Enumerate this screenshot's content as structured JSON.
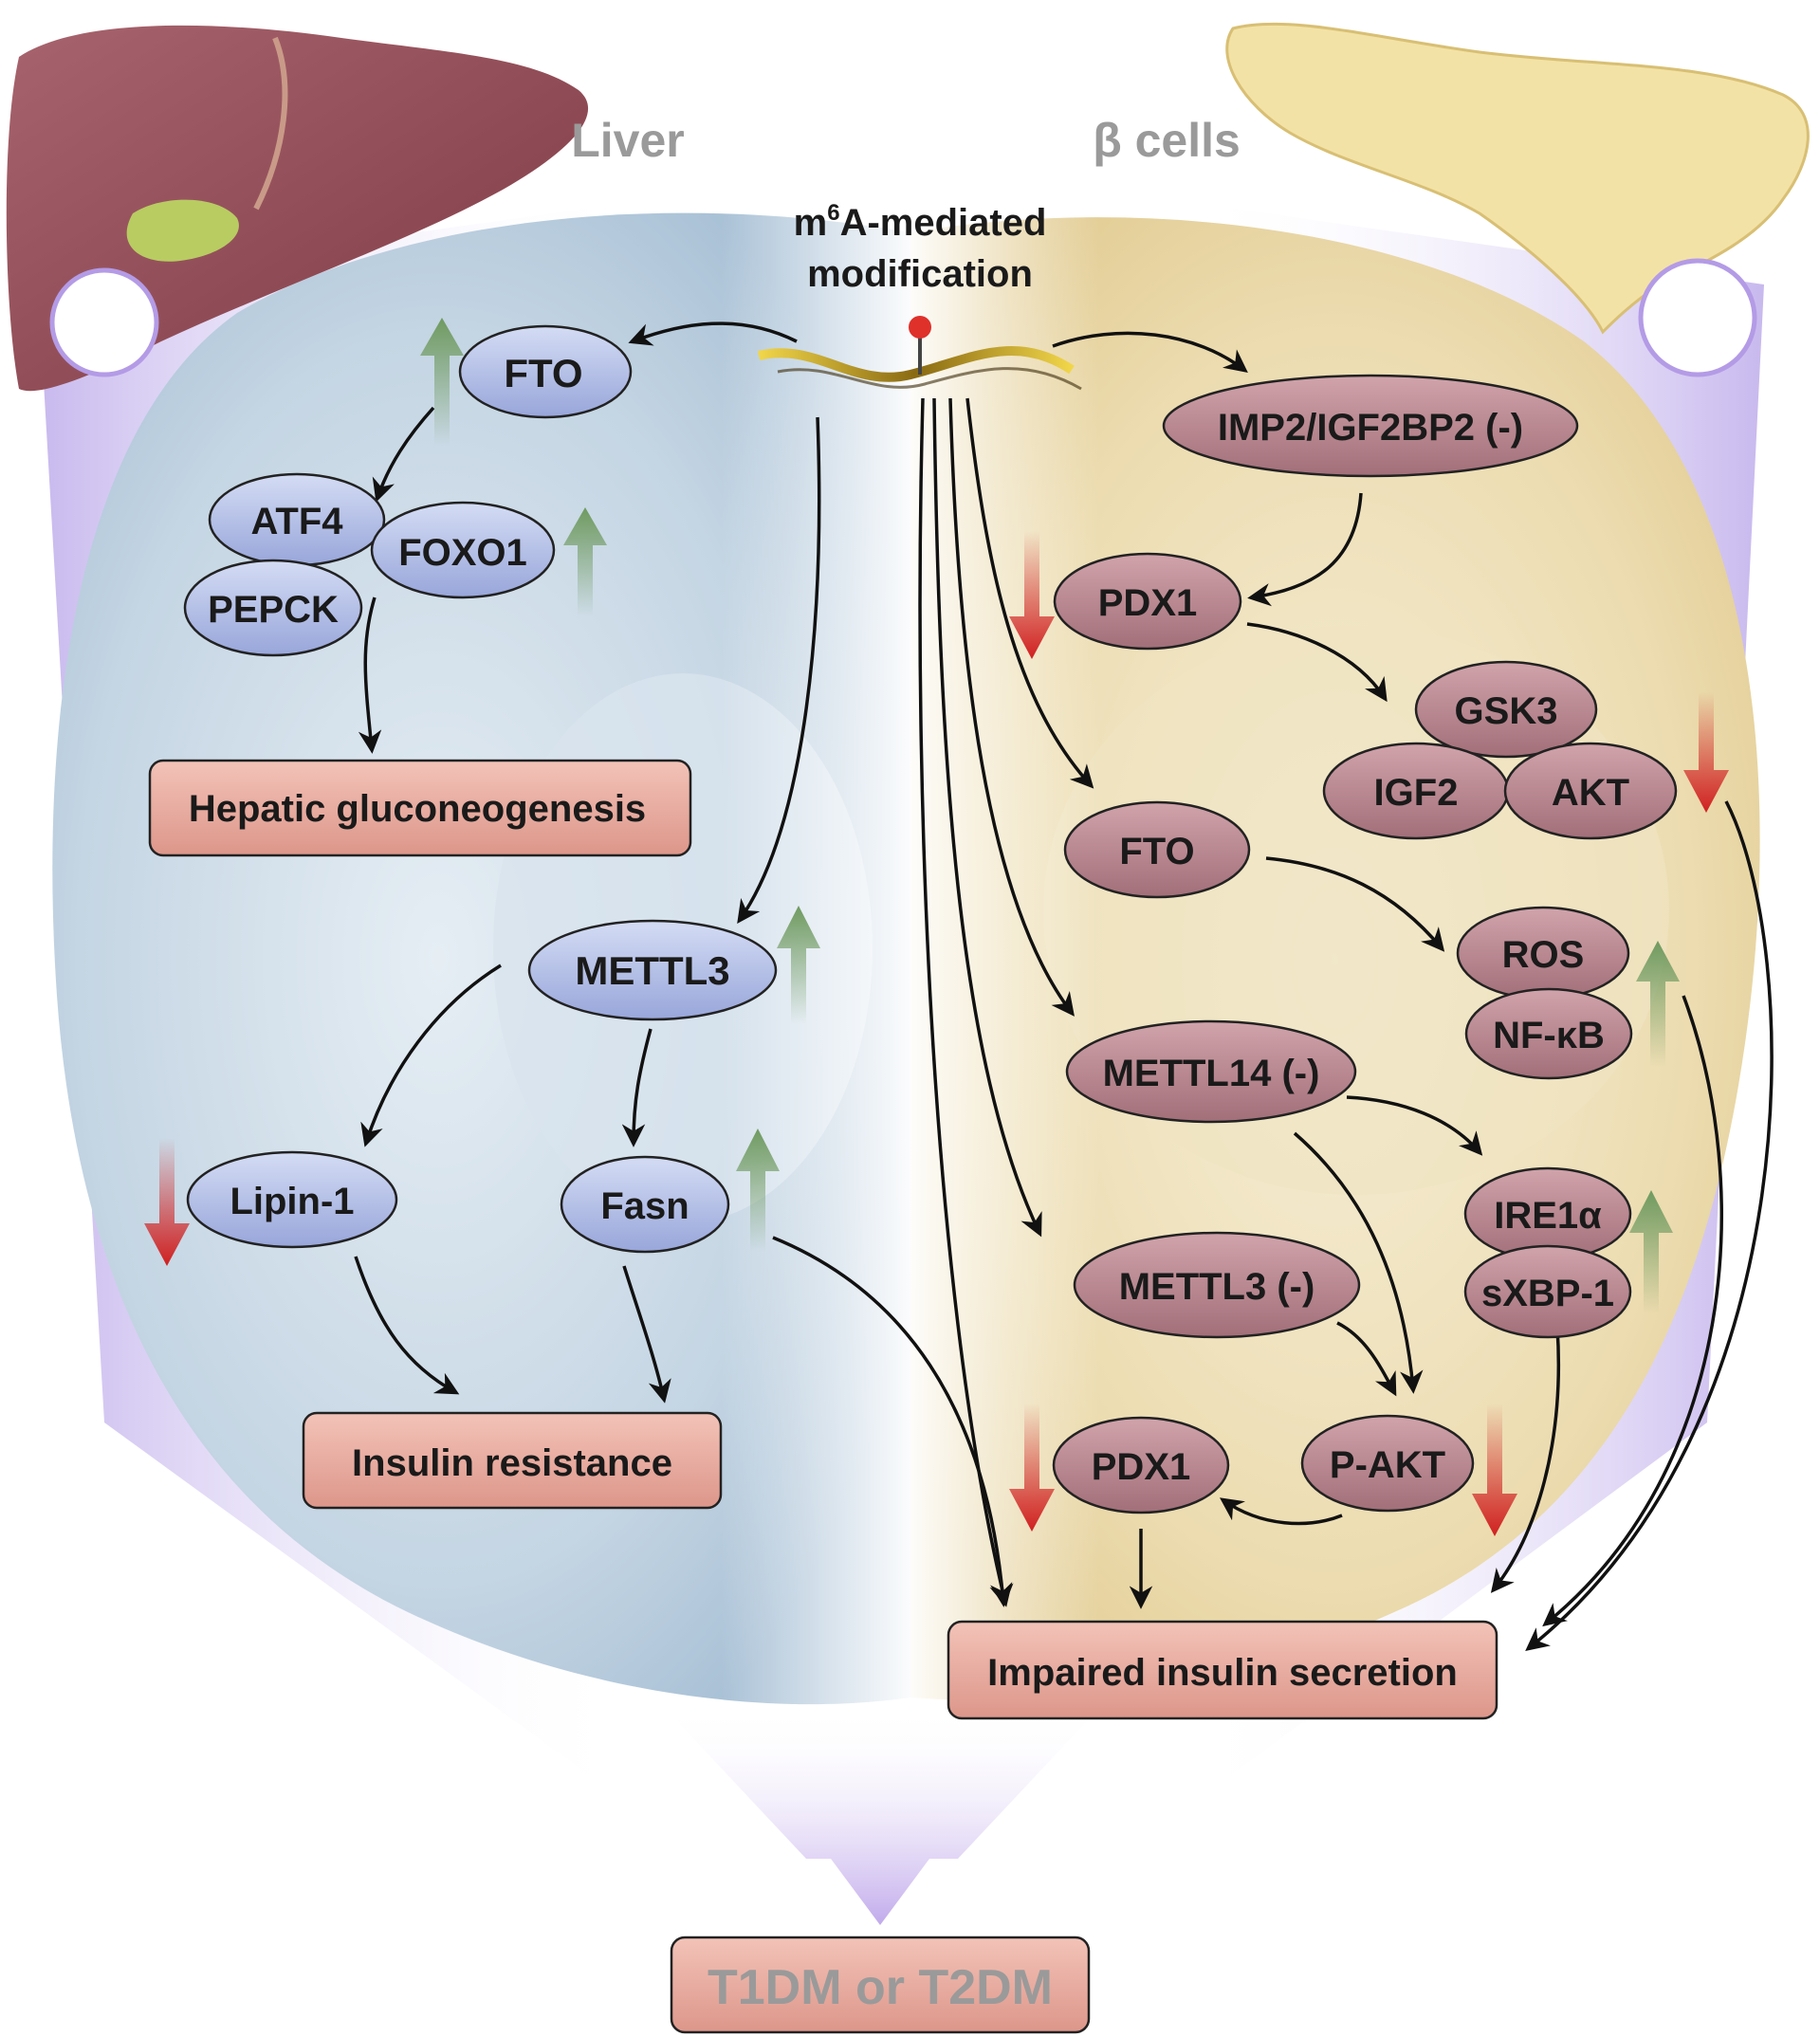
{
  "titles": {
    "liver": "Liver",
    "beta": "β cells",
    "center_prefix": "m",
    "center_sup": "6",
    "center_line1_rest": "A-mediated",
    "center_line2": "modification"
  },
  "liver": {
    "fto": "FTO",
    "atf4": "ATF4",
    "foxo1": "FOXO1",
    "pepck": "PEPCK",
    "gluconeogenesis": "Hepatic gluconeogenesis",
    "mettl3": "METTL3",
    "lipin1": "Lipin-1",
    "fasn": "Fasn",
    "insulin_resistance": "Insulin resistance"
  },
  "beta": {
    "imp2": "IMP2/IGF2BP2 (-)",
    "pdx1_top": "PDX1",
    "gsk3": "GSK3",
    "igf2": "IGF2",
    "akt": "AKT",
    "fto": "FTO",
    "ros": "ROS",
    "nfkb": "NF-κB",
    "mettl14": "METTL14 (-)",
    "ire1a": "IRE1α",
    "sxbp1": "sXBP-1",
    "mettl3": "METTL3 (-)",
    "pakt": "P-AKT",
    "pdx1_bottom": "PDX1",
    "impaired": "Impaired insulin secretion"
  },
  "outcome": "T1DM or T2DM",
  "colors": {
    "liver_node": "#b4bfe8",
    "beta_node": "#b98590",
    "outcome_box": "#e8aaa0",
    "up_arrow": "#6f9a60",
    "down_arrow": "#d02020",
    "purple": "#a98de0"
  }
}
